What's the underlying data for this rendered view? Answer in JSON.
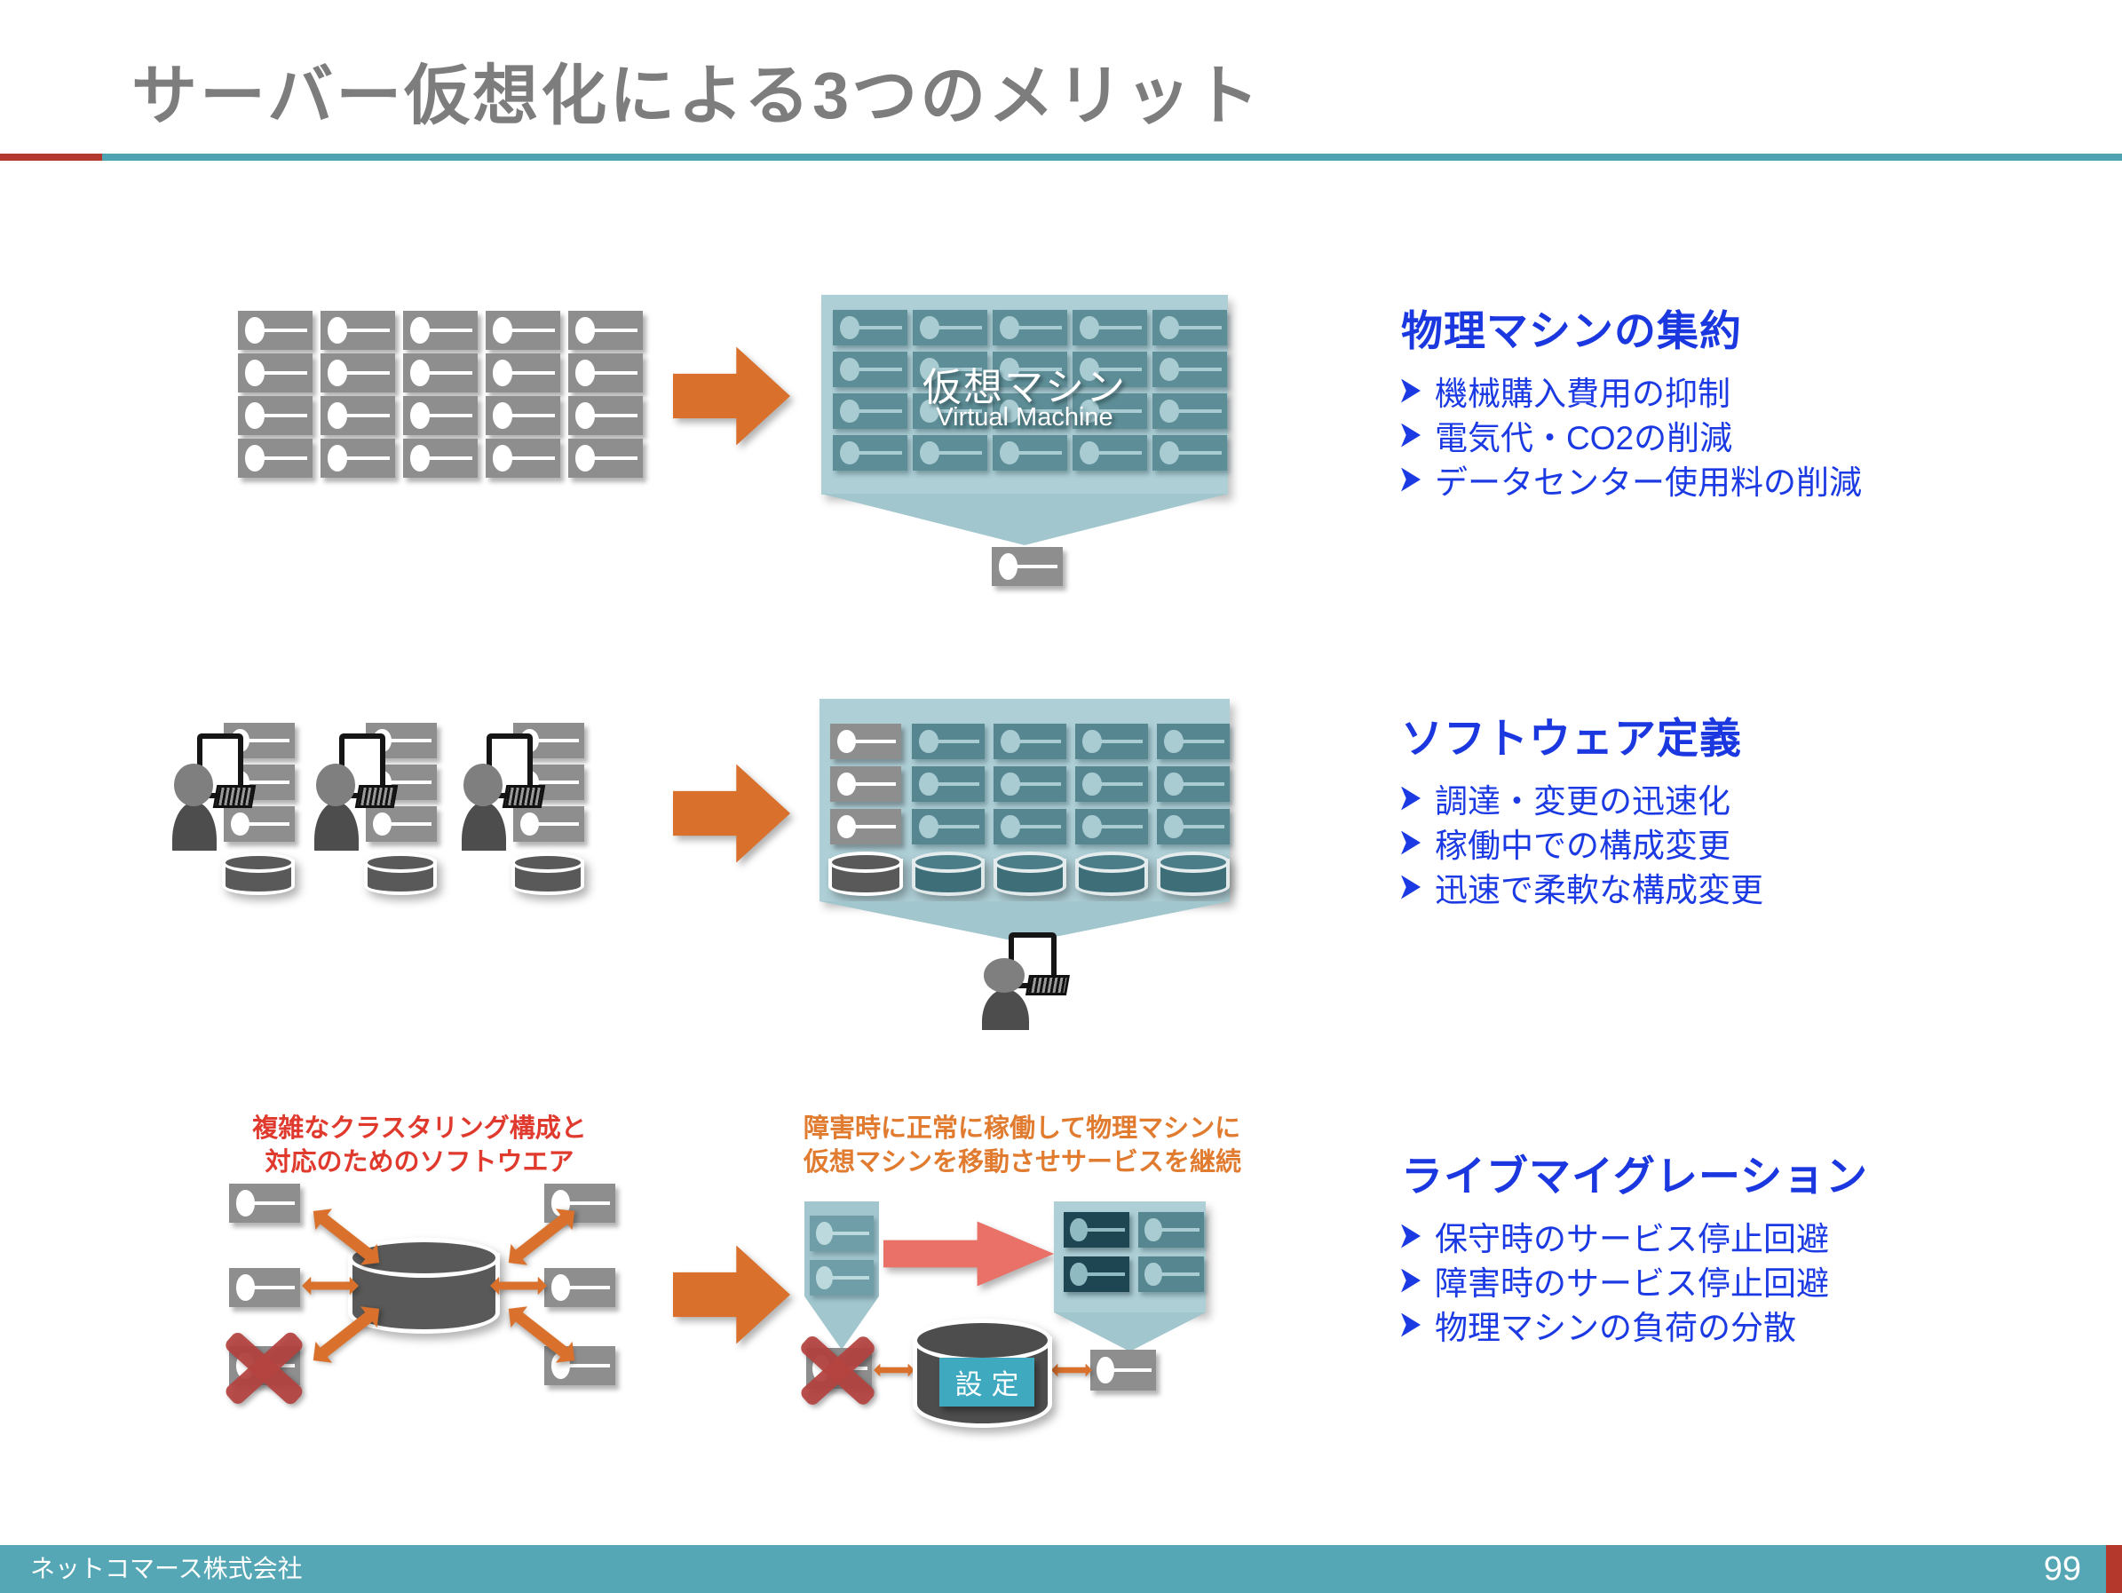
{
  "title": "サーバー仮想化による3つのメリット",
  "panel1": {
    "vm_jp": "仮想マシン",
    "vm_en": "Virtual Machine"
  },
  "captions": {
    "cluster": [
      "複雑なクラスタリング構成と",
      "対応のためのソフトウエア"
    ],
    "failover": [
      "障害時に正常に稼働して物理マシンに",
      "仮想マシンを移動させサービスを継続"
    ]
  },
  "settings_label": "設定",
  "sections": [
    {
      "heading": "物理マシンの集約",
      "bullets": [
        "機械購入費用の抑制",
        "電気代・CO2の削減",
        "データセンター使用料の削減"
      ]
    },
    {
      "heading": "ソフトウェア定義",
      "bullets": [
        "調達・変更の迅速化",
        "稼働中での構成変更",
        "迅速で柔軟な構成変更"
      ]
    },
    {
      "heading": "ライブマイグレーション",
      "bullets": [
        "保守時のサービス停止回避",
        "障害時のサービス停止回避",
        "物理マシンの負荷の分散"
      ]
    }
  ],
  "footer": {
    "company": "ネットコマース株式会社",
    "page": "99"
  },
  "colors": {
    "accent_blue": "#1b3ae3",
    "accent_red": "#b5382c",
    "caption_red": "#e0392d",
    "caption_orange": "#e07b2f",
    "arrow_orange": "#d9702b",
    "arrow_pink": "#e97168",
    "panel_teal": "#aecfd6",
    "footer_teal": "#55a7b5",
    "title_gray": "#7d7d7d"
  }
}
